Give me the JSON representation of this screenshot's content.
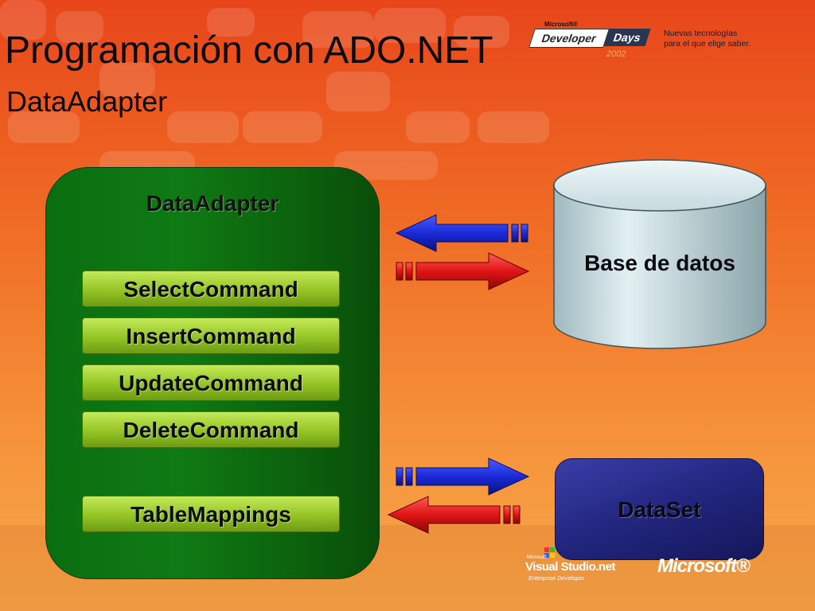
{
  "slide": {
    "title": "Programación con ADO.NET",
    "subtitle": "DataAdapter"
  },
  "logo": {
    "microsoft_small": "Microsoft®",
    "developer": "Developer",
    "days": "Days",
    "year": "2002",
    "slogan_line1": "Nuevas tecnologías",
    "slogan_line2": "para el que elige saber."
  },
  "adapter": {
    "title": "DataAdapter",
    "commands": [
      "SelectCommand",
      "InsertCommand",
      "UpdateCommand",
      "DeleteCommand"
    ],
    "mappings": "TableMappings"
  },
  "database": {
    "label": "Base de datos"
  },
  "dataset": {
    "label": "DataSet"
  },
  "footer": {
    "vs_microsoft": "Microsoft",
    "vs_name": "Visual Studio.net",
    "vs_edition": "Enterprise Developer",
    "microsoft": "Microsoft®"
  },
  "colors": {
    "adapter_green": "#0f7a14",
    "command_lime": "#94c424",
    "database_cyan": "#c8dde3",
    "dataset_navy": "#22267e",
    "arrow_blue": "#1020c8",
    "arrow_red": "#d01010"
  }
}
